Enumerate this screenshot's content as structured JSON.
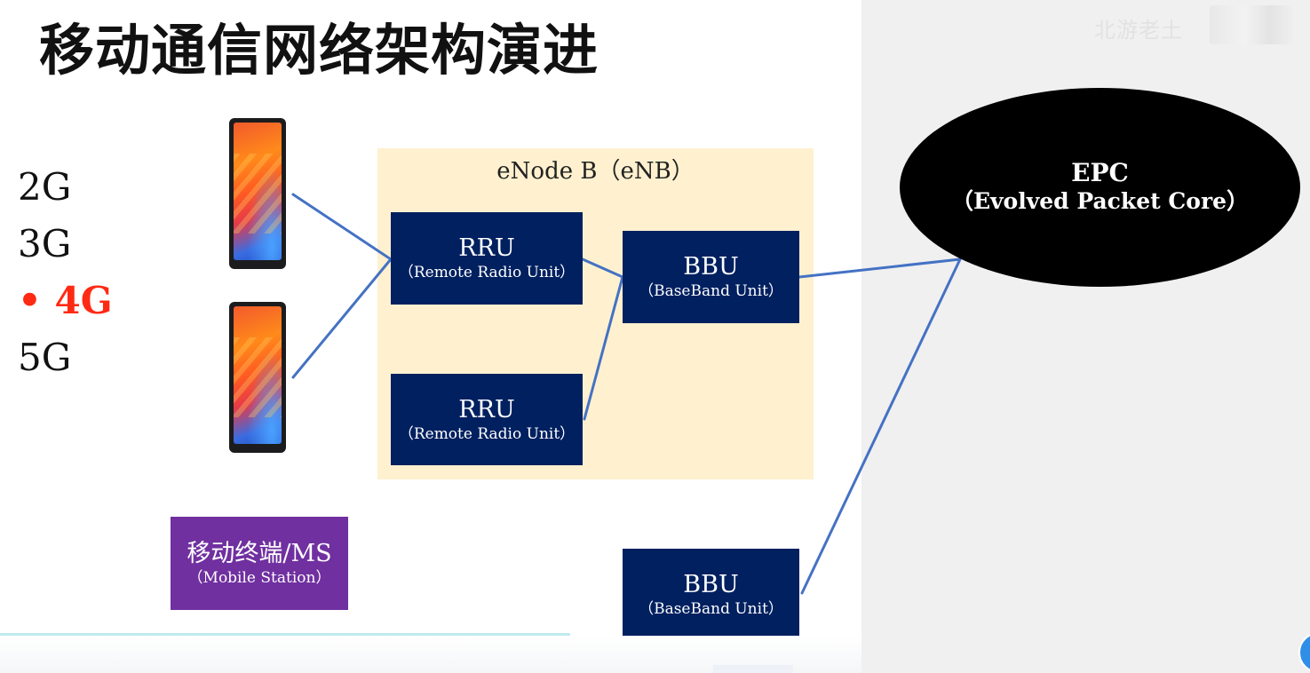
{
  "title": "移动通信网络架构演进",
  "watermark": "北游老土",
  "generations": [
    {
      "label": "2G",
      "active": false
    },
    {
      "label": "3G",
      "active": false
    },
    {
      "label": "• 4G",
      "active": true
    },
    {
      "label": "5G",
      "active": false
    }
  ],
  "enodeb": {
    "label": "eNode B（eNB）"
  },
  "rru_boxes": [
    {
      "label": "RRU",
      "sub": "（Remote Radio Unit）"
    },
    {
      "label": "RRU",
      "sub": "（Remote Radio Unit）"
    }
  ],
  "bbu_boxes": [
    {
      "label": "BBU",
      "sub": "（BaseBand Unit）"
    },
    {
      "label": "BBU",
      "sub": "（BaseBand Unit）"
    }
  ],
  "mobile_station": {
    "label": "移动终端/MS",
    "sub": "（Mobile Station）"
  },
  "epc": {
    "label": "EPC",
    "sub": "（Evolved Packet Core）"
  },
  "colors": {
    "box_navy": "#002060",
    "enb_background": "#fff1cf",
    "ms_purple": "#7030a0",
    "active_red": "#ff2a14",
    "link_blue": "#4472c4",
    "epc_black": "#000000"
  },
  "icons": {
    "phone": "smartphone-icon"
  }
}
